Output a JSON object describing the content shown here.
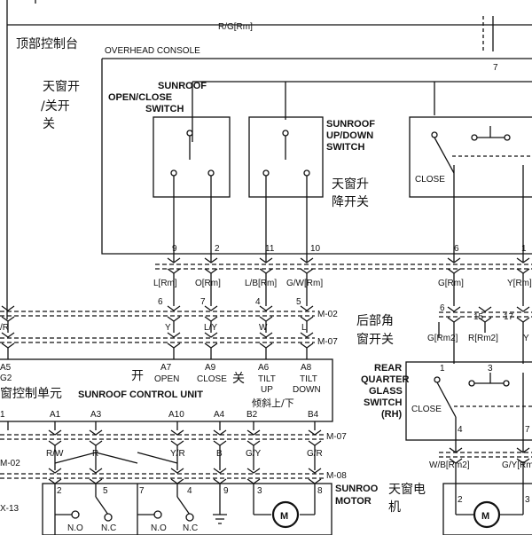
{
  "texts": {
    "top_wire": "R/G[Rm]",
    "cn_overhead": "顶部控制台",
    "overhead_console": "OVERHEAD CONSOLE",
    "cn_open_close_1": "天窗开",
    "cn_open_close_2": "/关开",
    "cn_open_close_3": "关",
    "sw1_line1": "SUNROOF",
    "sw1_line2": "OPEN/CLOSE",
    "sw1_line3": "SWITCH",
    "sw2_line1": "SUNROOF",
    "sw2_line2": "UP/DOWN",
    "sw2_line3": "SWITCH",
    "cn_updown_1": "天窗升",
    "cn_updown_2": "降开关",
    "close": "CLOSE",
    "cn_rear_1": "后部角",
    "cn_rear_2": "窗开关",
    "rear_1": "REAR",
    "rear_2": "QUARTER",
    "rear_3": "GLASS",
    "rear_4": "SWITCH",
    "rear_5": "(RH)",
    "close2": "CLOSE",
    "cn_unit": "窗控制单元",
    "unit_label": "SUNROOF CONTROL UNIT",
    "cn_open": "开",
    "cn_close": "关",
    "cn_tilt": "倾斜上/下",
    "open": "OPEN",
    "close3": "CLOSE",
    "tilt_up_1": "TILT",
    "tilt_up_2": "UP",
    "tilt_down_1": "TILT",
    "tilt_down_2": "DOWN",
    "motor_1": "SUNROO",
    "motor_2": "MOTOR",
    "cn_motor_1": "天窗电",
    "cn_motor_2": "机",
    "m02": "M-02",
    "m07": "M-07",
    "m08": "M-08",
    "x13": "X-13",
    "no": "N.O",
    "nc": "N.C",
    "m_symbol": "M"
  },
  "pins": {
    "p9": "9",
    "p2": "2",
    "p11": "11",
    "p10": "10",
    "p6": "6",
    "p1": "1",
    "p7": "7",
    "c6": "6",
    "c7": "7",
    "c4": "4",
    "c5": "5",
    "a7": "A7",
    "a9": "A9",
    "a6": "A6",
    "a8": "A8",
    "a5": "A5",
    "g2": "G2",
    "b1": "A1",
    "b3": "A3",
    "b10": "A10",
    "b4": "A4",
    "bb2": "B2",
    "bb4": "B4",
    "bl": "1",
    "m2": "2",
    "m5": "5",
    "m7": "7",
    "m4": "4",
    "m9": "9",
    "m3": "3",
    "m8": "8",
    "r6": "6",
    "r15": "15",
    "r17": "17",
    "r1": "1",
    "r3": "3",
    "r4": "4",
    "r7": "7",
    "mr2": "2",
    "mr3": "3"
  },
  "wires": {
    "w_l": "L[Rm]",
    "w_o": "O[Rm]",
    "w_lb": "L/B[Rm]",
    "w_gw": "G/W[Rm]",
    "w_g": "G[Rm]",
    "w_y": "Y[Rm]",
    "y": "Y",
    "ly": "L/Y",
    "w": "W",
    "l": "L",
    "r_left": "/R",
    "g_rm2": "G[Rm2]",
    "r_rm2": "R[Rm2]",
    "y_rm2": "Y",
    "rw": "R/W",
    "r": "R",
    "yr": "Y/R",
    "b": "B",
    "gy": "G/Y",
    "gr": "G/R",
    "wb_rm2": "W/B[Rm2]",
    "gy_rm2": "G/Y[Rm"
  }
}
